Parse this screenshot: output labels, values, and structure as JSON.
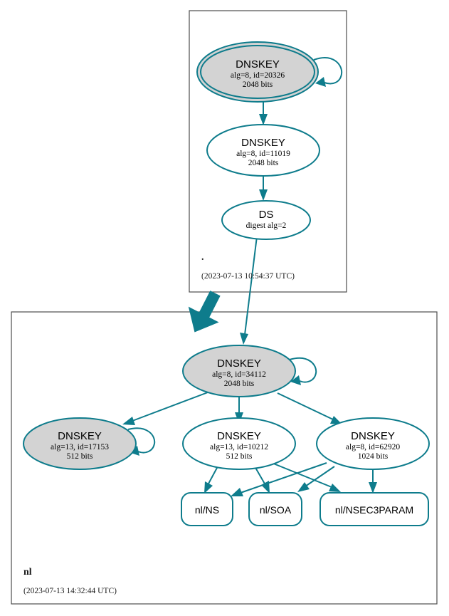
{
  "diagram": {
    "type": "dnssec-authentication-chain",
    "colors": {
      "edge": "#0e7c8c",
      "secure_fill": "#d3d3d3",
      "plain_fill": "#ffffff",
      "zone_border": "#4d4d4d"
    }
  },
  "zones": [
    {
      "id": "root",
      "name": ".",
      "timestamp": "(2023-07-13 10:54:37 UTC)"
    },
    {
      "id": "nl",
      "name": "nl",
      "timestamp": "(2023-07-13 14:32:44 UTC)"
    }
  ],
  "nodes": {
    "root_ksk": {
      "title": "DNSKEY",
      "line2": "alg=8, id=20326",
      "line3": "2048 bits"
    },
    "root_zsk": {
      "title": "DNSKEY",
      "line2": "alg=8, id=11019",
      "line3": "2048 bits"
    },
    "root_ds": {
      "title": "DS",
      "line2": "digest alg=2",
      "line3": ""
    },
    "nl_ksk": {
      "title": "DNSKEY",
      "line2": "alg=8, id=34112",
      "line3": "2048 bits"
    },
    "nl_key_17153": {
      "title": "DNSKEY",
      "line2": "alg=13, id=17153",
      "line3": "512 bits"
    },
    "nl_key_10212": {
      "title": "DNSKEY",
      "line2": "alg=13, id=10212",
      "line3": "512 bits"
    },
    "nl_key_62920": {
      "title": "DNSKEY",
      "line2": "alg=8, id=62920",
      "line3": "1024 bits"
    },
    "rrset_ns": {
      "label": "nl/NS"
    },
    "rrset_soa": {
      "label": "nl/SOA"
    },
    "rrset_nsec3param": {
      "label": "nl/NSEC3PARAM"
    }
  }
}
